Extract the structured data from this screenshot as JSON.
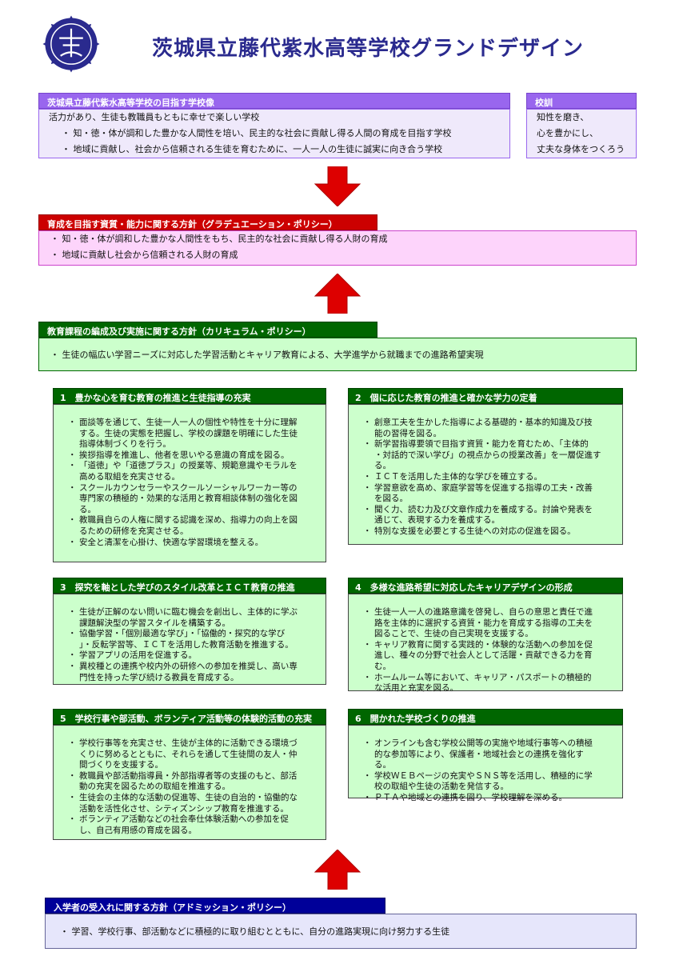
{
  "page_title": "茨城県立藤代紫水高等学校グランドデザイン",
  "vision": {
    "header": "茨城県立藤代紫水高等学校の目指す学校像",
    "lines": [
      "活力があり、生徒も教職員もともに幸せで楽しい学校",
      "・ 知・徳・体が調和した豊かな人間性を培い、民主的な社会に貢献し得る人間の育成を目指す学校",
      "・ 地域に貢献し、社会から信頼される生徒を育むために、一人一人の生徒に誠実に向き合う学校"
    ]
  },
  "motto": {
    "header": "校訓",
    "lines": [
      "知性を磨き、",
      "心を豊かにし、",
      "丈夫な身体をつくろう"
    ]
  },
  "graduation_policy": {
    "header": "育成を目指す資質・能力に関する方針（グラデュエーション・ポリシー）",
    "lines": [
      "・ 知・徳・体が調和した豊かな人間性をもち、民主的な社会に貢献し得る人財の育成",
      "・ 地域に貢献し社会から信頼される人財の育成"
    ]
  },
  "curriculum_policy": {
    "header": "教育課程の編成及び実施に関する方針（カリキュラム・ポリシー）",
    "lines": [
      "・ 生徒の幅広い学習ニーズに対応した学習活動とキャリア教育による、大学進学から就職までの進路希望実現"
    ]
  },
  "cards": [
    {
      "header": "1　豊かな心を育む教育の推進と生徒指導の充実",
      "items": [
        [
          "面談等を通じて、生徒一人一人の個性や特性を十分に理解",
          "する。生徒の実態を把握し、学校の課題を明確にした生徒",
          "指導体制づくりを行う。"
        ],
        [
          "挨拶指導を推進し、他者を思いやる意識の育成を図る。"
        ],
        [
          "「道徳」や「道徳プラス」の授業等、規範意識やモラルを",
          "高める取組を充実させる。"
        ],
        [
          "スクールカウンセラーやスクールソーシャルワーカー等の",
          "専門家の積極的・効果的な活用と教育相談体制の強化を図",
          "る。"
        ],
        [
          "教職員自らの人権に関する認識を深め、指導力の向上を図",
          "るための研修を充実させる。"
        ],
        [
          "安全と清潔を心掛け、快適な学習環境を整える。"
        ]
      ]
    },
    {
      "header": "2　個に応じた教育の推進と確かな学力の定着",
      "items": [
        [
          "創意工夫を生かした指導による基礎的・基本的知識及び技",
          "能の習得を図る。"
        ],
        [
          "新学習指導要領で目指す資質・能力を育むため、「主体的",
          "・対話的で深い学び」の視点からの授業改善」を一層促進す",
          "る。"
        ],
        [
          "ＩＣＴを活用した主体的な学びを確立する。"
        ],
        [
          "学習意欲を高め、家庭学習等を促進する指導の工夫・改善",
          "を図る。"
        ],
        [
          "聞く力、読む力及び文章作成力を養成する。討論や発表を",
          "通じて、表現する力を養成する。"
        ],
        [
          "特別な支援を必要とする生徒への対応の促進を図る。"
        ]
      ]
    },
    {
      "header": "3　探究を軸とした学びのスタイル改革とＩＣＴ教育の推進",
      "items": [
        [
          "生徒が正解のない問いに臨む機会を創出し、主体的に学ぶ",
          "課題解決型の学習スタイルを構築する。"
        ],
        [
          "協働学習・「個別最適な学び」・「協働的・探究的な学び",
          "」・反転学習等、ＩＣＴを活用した教育活動を推進する。"
        ],
        [
          "学習アプリの活用を促進する。"
        ],
        [
          "異校種との連携や校内外の研修への参加を推奨し、高い専",
          "門性を持った学び続ける教員を育成する。"
        ]
      ]
    },
    {
      "header": "4　多様な進路希望に対応したキャリアデザインの形成",
      "items": [
        [
          "生徒一人一人の進路意識を啓発し、自らの意思と責任で進",
          "路を主体的に選択する資質・能力を育成する指導の工夫を",
          "図ることで、生徒の自己実現を支援する。"
        ],
        [
          "キャリア教育に関する実践的・体験的な活動への参加を促",
          "進し、種々の分野で社会人として活躍・貢献できる力を育",
          "む。"
        ],
        [
          "ホームルーム等において、キャリア・パスポートの積極的",
          "な活用と充実を図る。"
        ]
      ]
    },
    {
      "header": "5　学校行事や部活動、ボランティア活動等の体験的活動の充実",
      "items": [
        [
          "学校行事等を充実させ、生徒が主体的に活動できる環境づ",
          "くりに努めるとともに、それらを通して生徒間の友人・仲",
          "間づくりを支援する。"
        ],
        [
          "教職員や部活動指導員・外部指導者等の支援のもと、部活",
          "動の充実を図るための取組を推進する。"
        ],
        [
          "生徒会の主体的な活動の促進等、生徒の自治的・協働的な",
          "活動を活性化させ、シティズンシップ教育を推進する。"
        ],
        [
          "ボランティア活動などの社会奉仕体験活動への参加を促",
          "し、自己有用感の育成を図る。"
        ]
      ]
    },
    {
      "header": "6　開かれた学校づくりの推進",
      "items": [
        [
          "オンラインも含む学校公開等の実施や地域行事等への積極",
          "的な参加等により、保護者・地域社会との連携を強化す",
          "る。"
        ],
        [
          "学校ＷＥＢページの充実やＳＮＳ等を活用し、積極的に学",
          "校の取組や生徒の活動を発信する。"
        ],
        [
          "ＰＴＡや地域との連携を図り、学校理解を深める。"
        ]
      ]
    }
  ],
  "admission_policy": {
    "header": "入学者の受入れに関する方針（アドミッション・ポリシー）",
    "lines": [
      "・ 学習、学校行事、部活動などに積極的に取り組むとともに、自分の進路実現に向け努力する生徒"
    ]
  },
  "colors": {
    "title": "#2a2a8e",
    "vision_header": "#9966ee",
    "graduation_header": "#cc0000",
    "curriculum_header": "#006600",
    "admission_header": "#000099",
    "arrow": "#dd0000"
  },
  "icons": [
    "school-emblem-icon",
    "arrow-down-icon",
    "arrow-up-icon"
  ]
}
